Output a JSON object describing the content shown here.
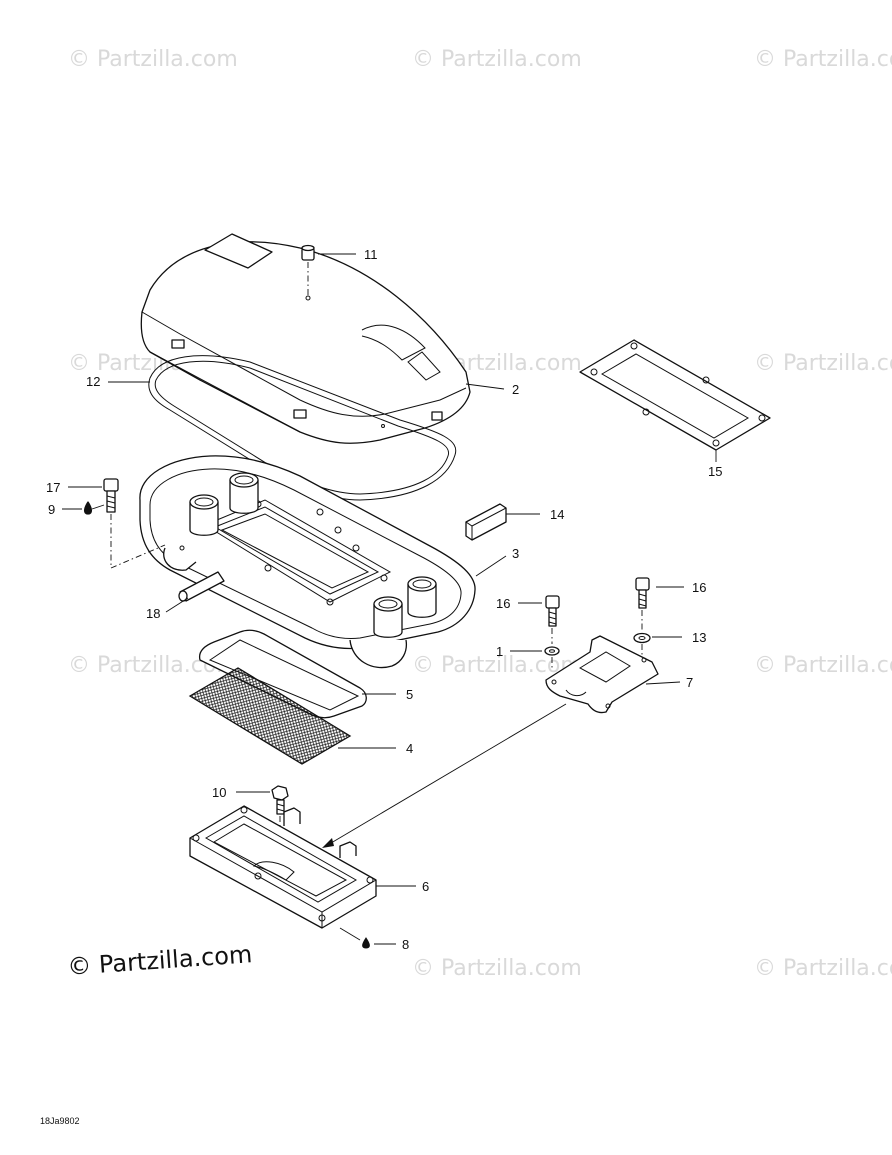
{
  "watermarks": [
    "© Partzilla.com",
    "© Partzilla.com",
    "© Partzilla.com",
    "© Partzilla.com",
    "© Partzilla.com",
    "© Partzilla.com",
    "© Partzilla.com",
    "© Partzilla.com",
    "© Partzilla.com",
    "© Partzilla.com",
    "© Partzilla.com"
  ],
  "brand_watermark": "© Partzilla.com",
  "diagram_code": "18Ja9802",
  "callouts": {
    "c11": "11",
    "c12": "12",
    "c2": "2",
    "c15": "15",
    "c17": "17",
    "c9": "9",
    "c14": "14",
    "c3": "3",
    "c18": "18",
    "c16a": "16",
    "c16b": "16",
    "c1": "1",
    "c13": "13",
    "c7": "7",
    "c5": "5",
    "c4": "4",
    "c10": "10",
    "c6": "6",
    "c8": "8"
  }
}
